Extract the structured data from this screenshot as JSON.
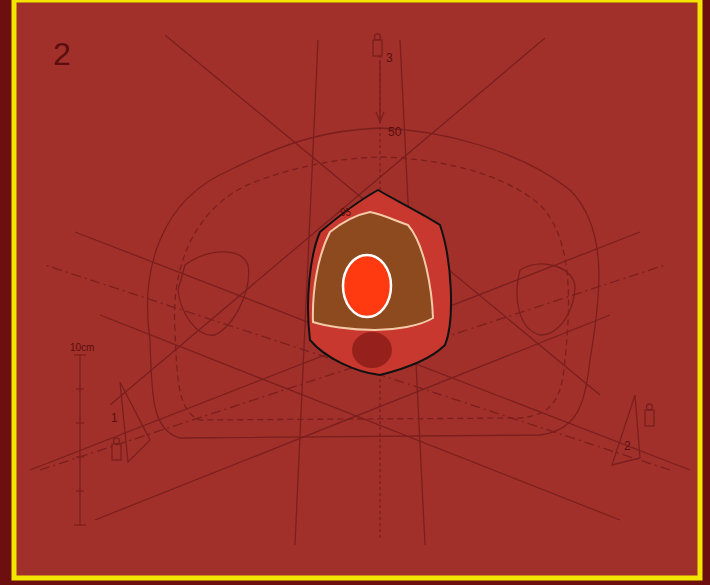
{
  "diagram": {
    "labels": [
      "2",
      "3",
      "50",
      "95",
      "10cm",
      "1",
      "2"
    ]
  }
}
